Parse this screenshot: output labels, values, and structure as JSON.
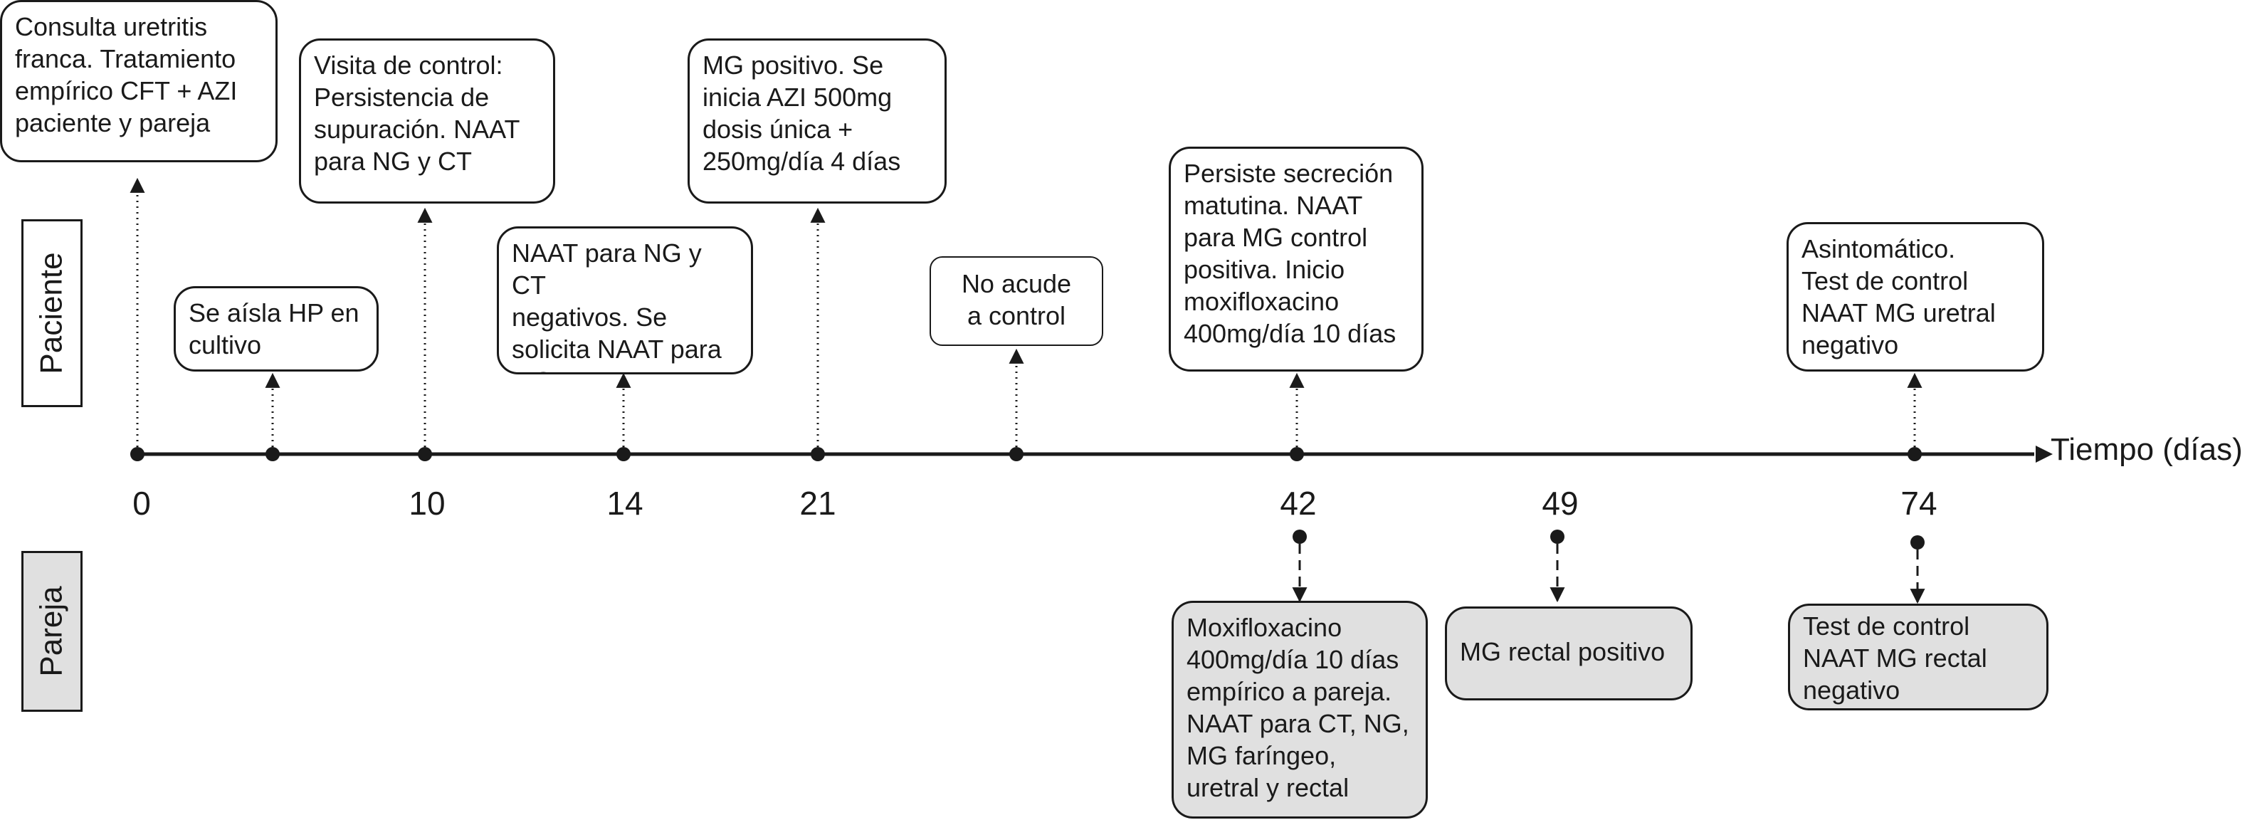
{
  "sides": {
    "patient": "Paciente",
    "partner": "Pareja"
  },
  "axis": {
    "label": "Tiempo (días)",
    "ticks": [
      "0",
      "10",
      "14",
      "21",
      "42",
      "49",
      "74"
    ]
  },
  "patient_events": {
    "consult": "Consulta uretritis\nfranca. Tratamiento\nempírico CFT + AZI\npaciente y pareja",
    "hp": "Se aísla HP en\ncultivo",
    "control_visit": "Visita de control:\nPersistencia de\nsupuración. NAAT\npara NG y CT",
    "naat_negative": "NAAT para NG y CT\nnegativos. Se\nsolicita NAAT para\nMG",
    "mg_positive": "MG positivo. Se\ninicia AZI 500mg\ndosis única +\n250mg/día 4 días",
    "no_show": "No acude\na control",
    "persists": "Persiste secreción\nmatutina. NAAT\npara MG control\npositiva. Inicio\nmoxifloxacino\n400mg/día 10 días",
    "asymptomatic": "Asintomático.\nTest de control\nNAAT MG uretral\nnegativo"
  },
  "partner_events": {
    "moxi": "Moxifloxacino\n400mg/día 10 días\nempírico a pareja.\nNAAT  para CT, NG,\nMG faríngeo,\nuretral y rectal",
    "rectal_positive": "MG rectal positivo",
    "rectal_negative": "Test de control\nNAAT MG rectal\nnegativo"
  }
}
